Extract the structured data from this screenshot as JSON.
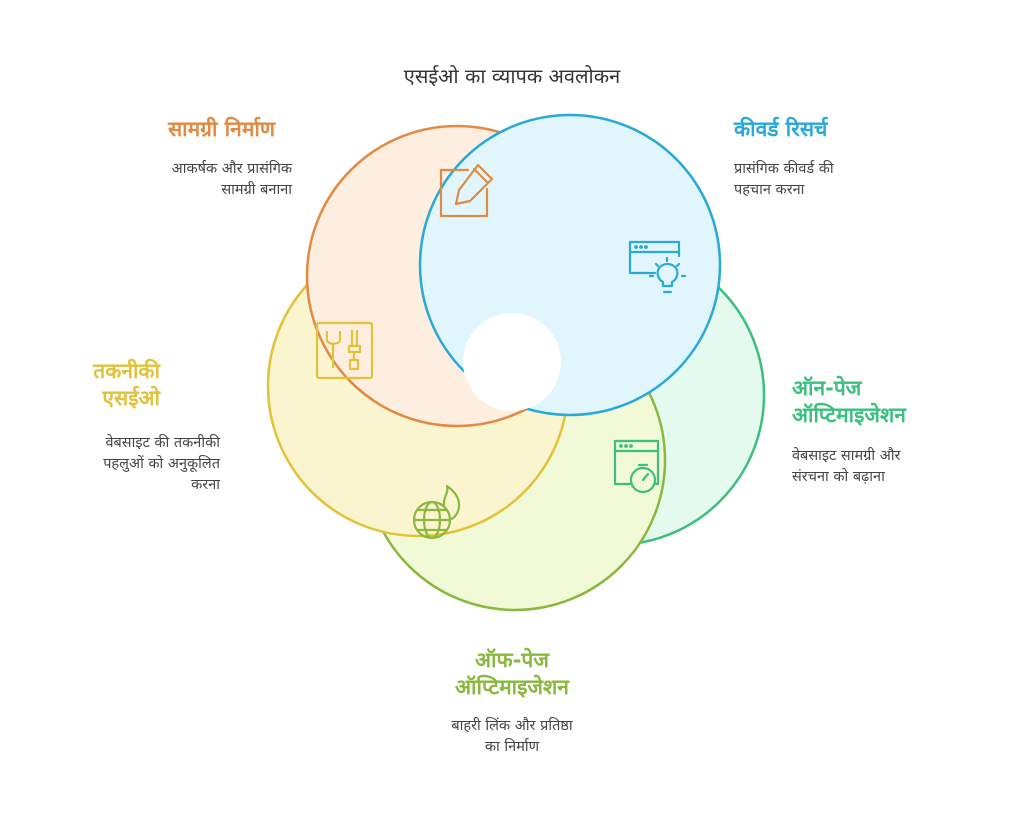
{
  "title": "एसईओ का व्यापक अवलोकन",
  "colors": {
    "orange": "#e08a42",
    "blue": "#2ba9d6",
    "green": "#3cbf7f",
    "lime": "#8ab83f",
    "yellow": "#e2c23a"
  },
  "sections": {
    "content": {
      "heading": "सामग्री निर्माण",
      "desc": [
        "आकर्षक और प्रासंगिक",
        "सामग्री बनाना"
      ],
      "icon": "pencil-square-icon"
    },
    "keyword": {
      "heading": "कीवर्ड रिसर्च",
      "desc": [
        "प्रासंगिक कीवर्ड की",
        "पहचान करना"
      ],
      "icon": "browser-lightbulb-icon"
    },
    "onpage": {
      "heading": [
        "ऑन-पेज",
        "ऑप्टिमाइजेशन"
      ],
      "desc": [
        "वेबसाइट सामग्री और",
        "संरचना को बढ़ाना"
      ],
      "icon": "browser-stopwatch-icon"
    },
    "offpage": {
      "heading": [
        "ऑफ-पेज",
        "ऑप्टिमाइजेशन"
      ],
      "desc": [
        "बाहरी लिंक और प्रतिष्ठा",
        "का निर्माण"
      ],
      "icon": "globe-fire-icon"
    },
    "technical": {
      "heading": [
        "तकनीकी",
        "एसईओ"
      ],
      "desc": [
        "वेबसाइट की तकनीकी",
        "पहलुओं को अनुकूलित",
        "करना"
      ],
      "icon": "tools-icon"
    }
  }
}
